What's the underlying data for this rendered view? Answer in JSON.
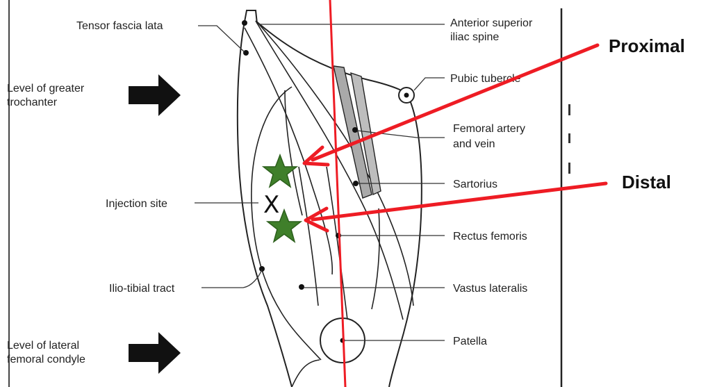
{
  "labels": {
    "tensor_fascia_lata": "Tensor fascia lata",
    "level_greater_trochanter_1": "Level of greater",
    "level_greater_trochanter_2": "trochanter",
    "injection_site": "Injection site",
    "ilio_tibial_tract": "Ilio-tibial tract",
    "level_lateral_condyle_1": "Level of lateral",
    "level_lateral_condyle_2": "femoral condyle",
    "asis_1": "Anterior superior",
    "asis_2": "iliac spine",
    "pubic_tubercle": "Pubic tubercle",
    "femoral_1": "Femoral artery",
    "femoral_2": "and vein",
    "sartorius": "Sartorius",
    "rectus_femoris": "Rectus femoris",
    "vastus_lateralis": "Vastus lateralis",
    "patella": "Patella",
    "injection_mark": "X"
  },
  "annotations": {
    "proximal": "Proximal",
    "distal": "Distal"
  },
  "colors": {
    "arrow_red": "#ee1c24",
    "star_green": "#3f7f2a",
    "star_outline": "#2c5f1c",
    "vessel_gray": "#a9a9a9",
    "block_arrow": "#111111"
  }
}
